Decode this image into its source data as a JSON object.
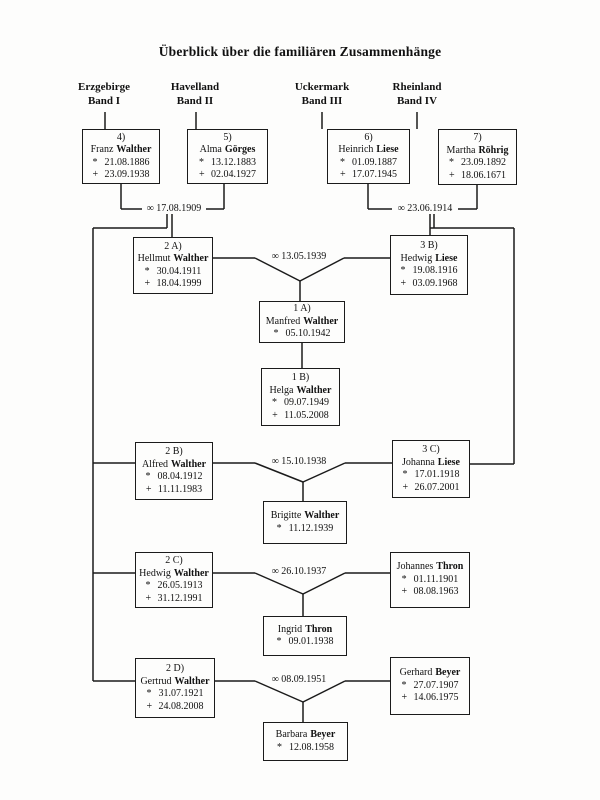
{
  "title": "Überblick über die familiären Zusammenhänge",
  "symbols": {
    "born": "*",
    "died": "+"
  },
  "volumes": [
    {
      "region": "Erzgebirge",
      "band": "Band I"
    },
    {
      "region": "Havelland",
      "band": "Band II"
    },
    {
      "region": "Uckermark",
      "band": "Band III"
    },
    {
      "region": "Rheinland",
      "band": "Band IV"
    }
  ],
  "marriages": {
    "franz_alma": "∞ 17.08.1909",
    "heinrich_martha": "∞ 23.06.1914",
    "hellmut_hedwig": "∞ 13.05.1939",
    "alfred_johanna": "∞ 15.10.1938",
    "hedwig_johannes": "∞ 26.10.1937",
    "gertrud_gerhard": "∞ 08.09.1951"
  },
  "persons": {
    "franz": {
      "label": "4)",
      "first": "Franz",
      "last": "Walther",
      "born": "21.08.1886",
      "died": "23.09.1938"
    },
    "alma": {
      "label": "5)",
      "first": "Alma",
      "last": "Görges",
      "born": "13.12.1883",
      "died": "02.04.1927"
    },
    "heinrich": {
      "label": "6)",
      "first": "Heinrich",
      "last": "Liese",
      "born": "01.09.1887",
      "died": "17.07.1945"
    },
    "martha": {
      "label": "7)",
      "first": "Martha",
      "last": "Röhrig",
      "born": "23.09.1892",
      "died": "18.06.1671"
    },
    "hellmut": {
      "label": "2 A)",
      "first": "Hellmut",
      "last": "Walther",
      "born": "30.04.1911",
      "died": "18.04.1999"
    },
    "hedwig_liese": {
      "label": "3 B)",
      "first": "Hedwig",
      "last": "Liese",
      "born": "19.08.1916",
      "died": "03.09.1968"
    },
    "manfred": {
      "label": "1 A)",
      "first": "Manfred",
      "last": "Walther",
      "born": "05.10.1942"
    },
    "helga": {
      "label": "1 B)",
      "first": "Helga",
      "last": "Walther",
      "born": "09.07.1949",
      "died": "11.05.2008"
    },
    "alfred": {
      "label": "2 B)",
      "first": "Alfred",
      "last": "Walther",
      "born": "08.04.1912",
      "died": "11.11.1983"
    },
    "johanna": {
      "label": "3 C)",
      "first": "Johanna",
      "last": "Liese",
      "born": "17.01.1918",
      "died": "26.07.2001"
    },
    "brigitte": {
      "first": "Brigitte",
      "last": "Walther",
      "born": "11.12.1939"
    },
    "hedwig_walther": {
      "label": "2 C)",
      "first": "Hedwig",
      "last": "Walther",
      "born": "26.05.1913",
      "died": "31.12.1991"
    },
    "johannes": {
      "first": "Johannes",
      "last": "Thron",
      "born": "01.11.1901",
      "died": "08.08.1963"
    },
    "ingrid": {
      "first": "Ingrid",
      "last": "Thron",
      "born": "09.01.1938"
    },
    "gertrud": {
      "label": "2 D)",
      "first": "Gertrud",
      "last": "Walther",
      "born": "31.07.1921",
      "died": "24.08.2008"
    },
    "gerhard": {
      "first": "Gerhard",
      "last": "Beyer",
      "born": "27.07.1907",
      "died": "14.06.1975"
    },
    "barbara": {
      "first": "Barbara",
      "last": "Beyer",
      "born": "12.08.1958"
    }
  }
}
